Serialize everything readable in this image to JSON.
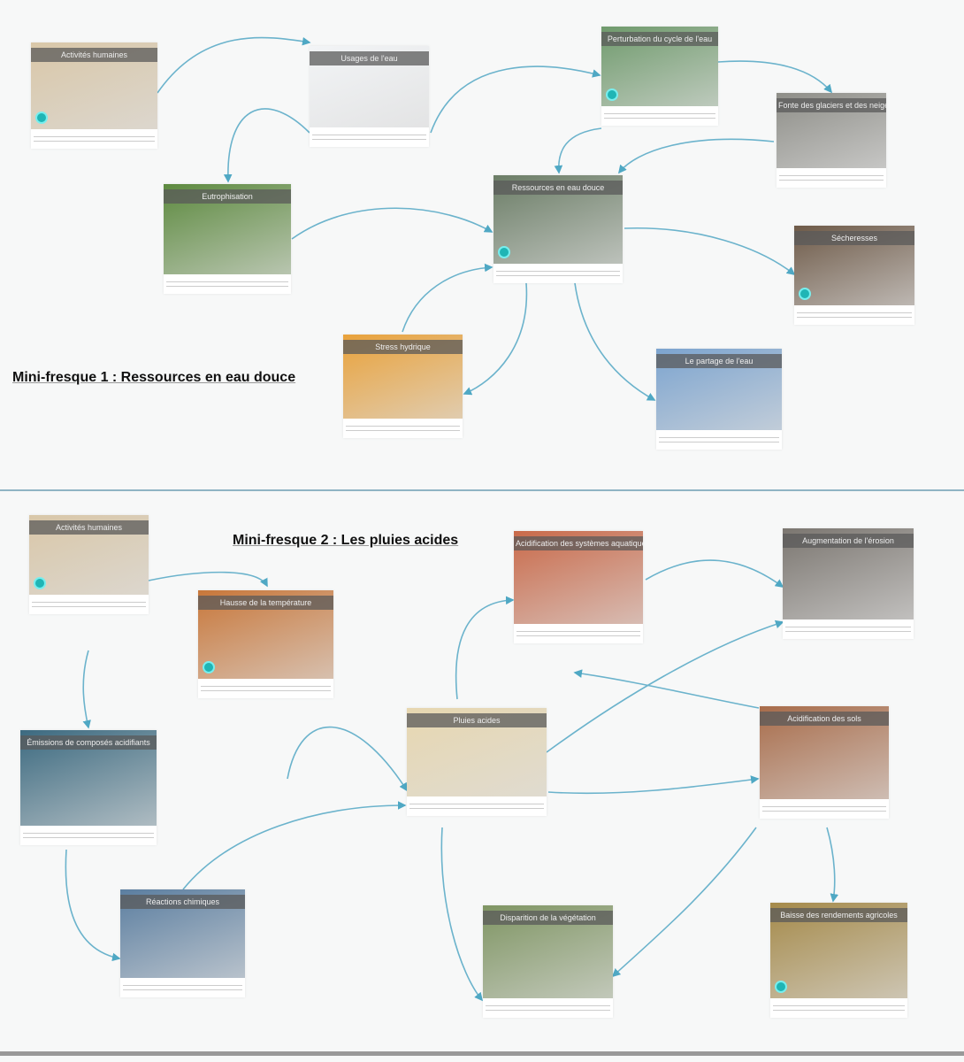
{
  "sections": [
    {
      "title": "Mini-fresque 1 : Ressources en eau douce"
    },
    {
      "title": "Mini-fresque 2 : Les pluies acides"
    }
  ],
  "cards": [
    {
      "title": "Activités humaines",
      "bg": "#d9c7a8"
    },
    {
      "title": "Usages de l'eau",
      "bg": "#f2f4f6"
    },
    {
      "title": "Perturbation du cycle de l'eau",
      "bg": "#6f9a6c"
    },
    {
      "title": "Fonte des glaciers et des neiges",
      "bg": "#8e8e88"
    },
    {
      "title": "Eutrophisation",
      "bg": "#5d8a3f"
    },
    {
      "title": "Ressources en eau douce",
      "bg": "#6b7d66"
    },
    {
      "title": "Sécheresses",
      "bg": "#6e5a48"
    },
    {
      "title": "Stress hydrique",
      "bg": "#e9a23b"
    },
    {
      "title": "Le partage de l'eau",
      "bg": "#7ca4cf"
    },
    {
      "title": "Activités humaines",
      "bg": "#d9c7a8"
    },
    {
      "title": "Hausse de la température",
      "bg": "#c8773a"
    },
    {
      "title": "Acidification des systèmes aquatiques",
      "bg": "#c96a4a"
    },
    {
      "title": "Augmentation de l'érosion",
      "bg": "#7b7670"
    },
    {
      "title": "Émissions de composés acidifiants",
      "bg": "#3c6a80"
    },
    {
      "title": "Pluies acides",
      "bg": "#e7d7b0"
    },
    {
      "title": "Acidification des sols",
      "bg": "#a86c4a"
    },
    {
      "title": "Réactions chimiques",
      "bg": "#5b7ea0"
    },
    {
      "title": "Disparition de la végétation",
      "bg": "#7f9563"
    },
    {
      "title": "Baisse des rendements agricoles",
      "bg": "#a58a4a"
    }
  ],
  "link_color": "#4fa8c4"
}
